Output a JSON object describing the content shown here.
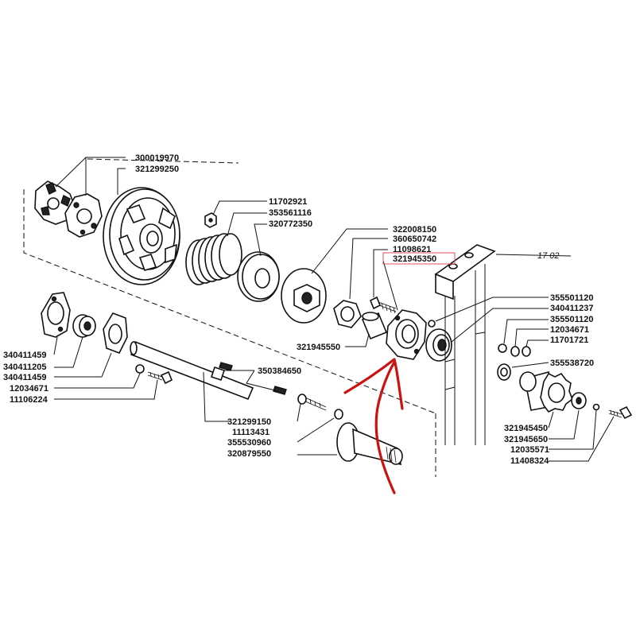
{
  "diagram": {
    "labels": {
      "p300019970": "300019970",
      "p321299250": "321299250",
      "p11702921": "11702921",
      "p353561116": "353561116",
      "p320772350": "320772350",
      "p322008150": "322008150",
      "p360650742": "360650742",
      "p11098621": "11098621",
      "p321945350": "321945350",
      "p321945550": "321945550",
      "p1702": "17 02",
      "p355501120a": "355501120",
      "p340411237": "340411237",
      "p355501120b": "355501120",
      "p12034671b": "12034671",
      "p11701721": "11701721",
      "p355538720": "355538720",
      "p340411459a": "340411459",
      "p340411205": "340411205",
      "p340411459b": "340411459",
      "p12034671a": "12034671",
      "p11106224": "11106224",
      "p350384650": "350384650",
      "p321299150": "321299150",
      "p11113431": "11113431",
      "p355530960": "355530960",
      "p320879550": "320879550",
      "p321945450": "321945450",
      "p321945650": "321945650",
      "p12035571": "12035571",
      "p11408324": "11408324"
    },
    "highlight_color": "#e05050",
    "arrow_color": "#cc1111"
  }
}
